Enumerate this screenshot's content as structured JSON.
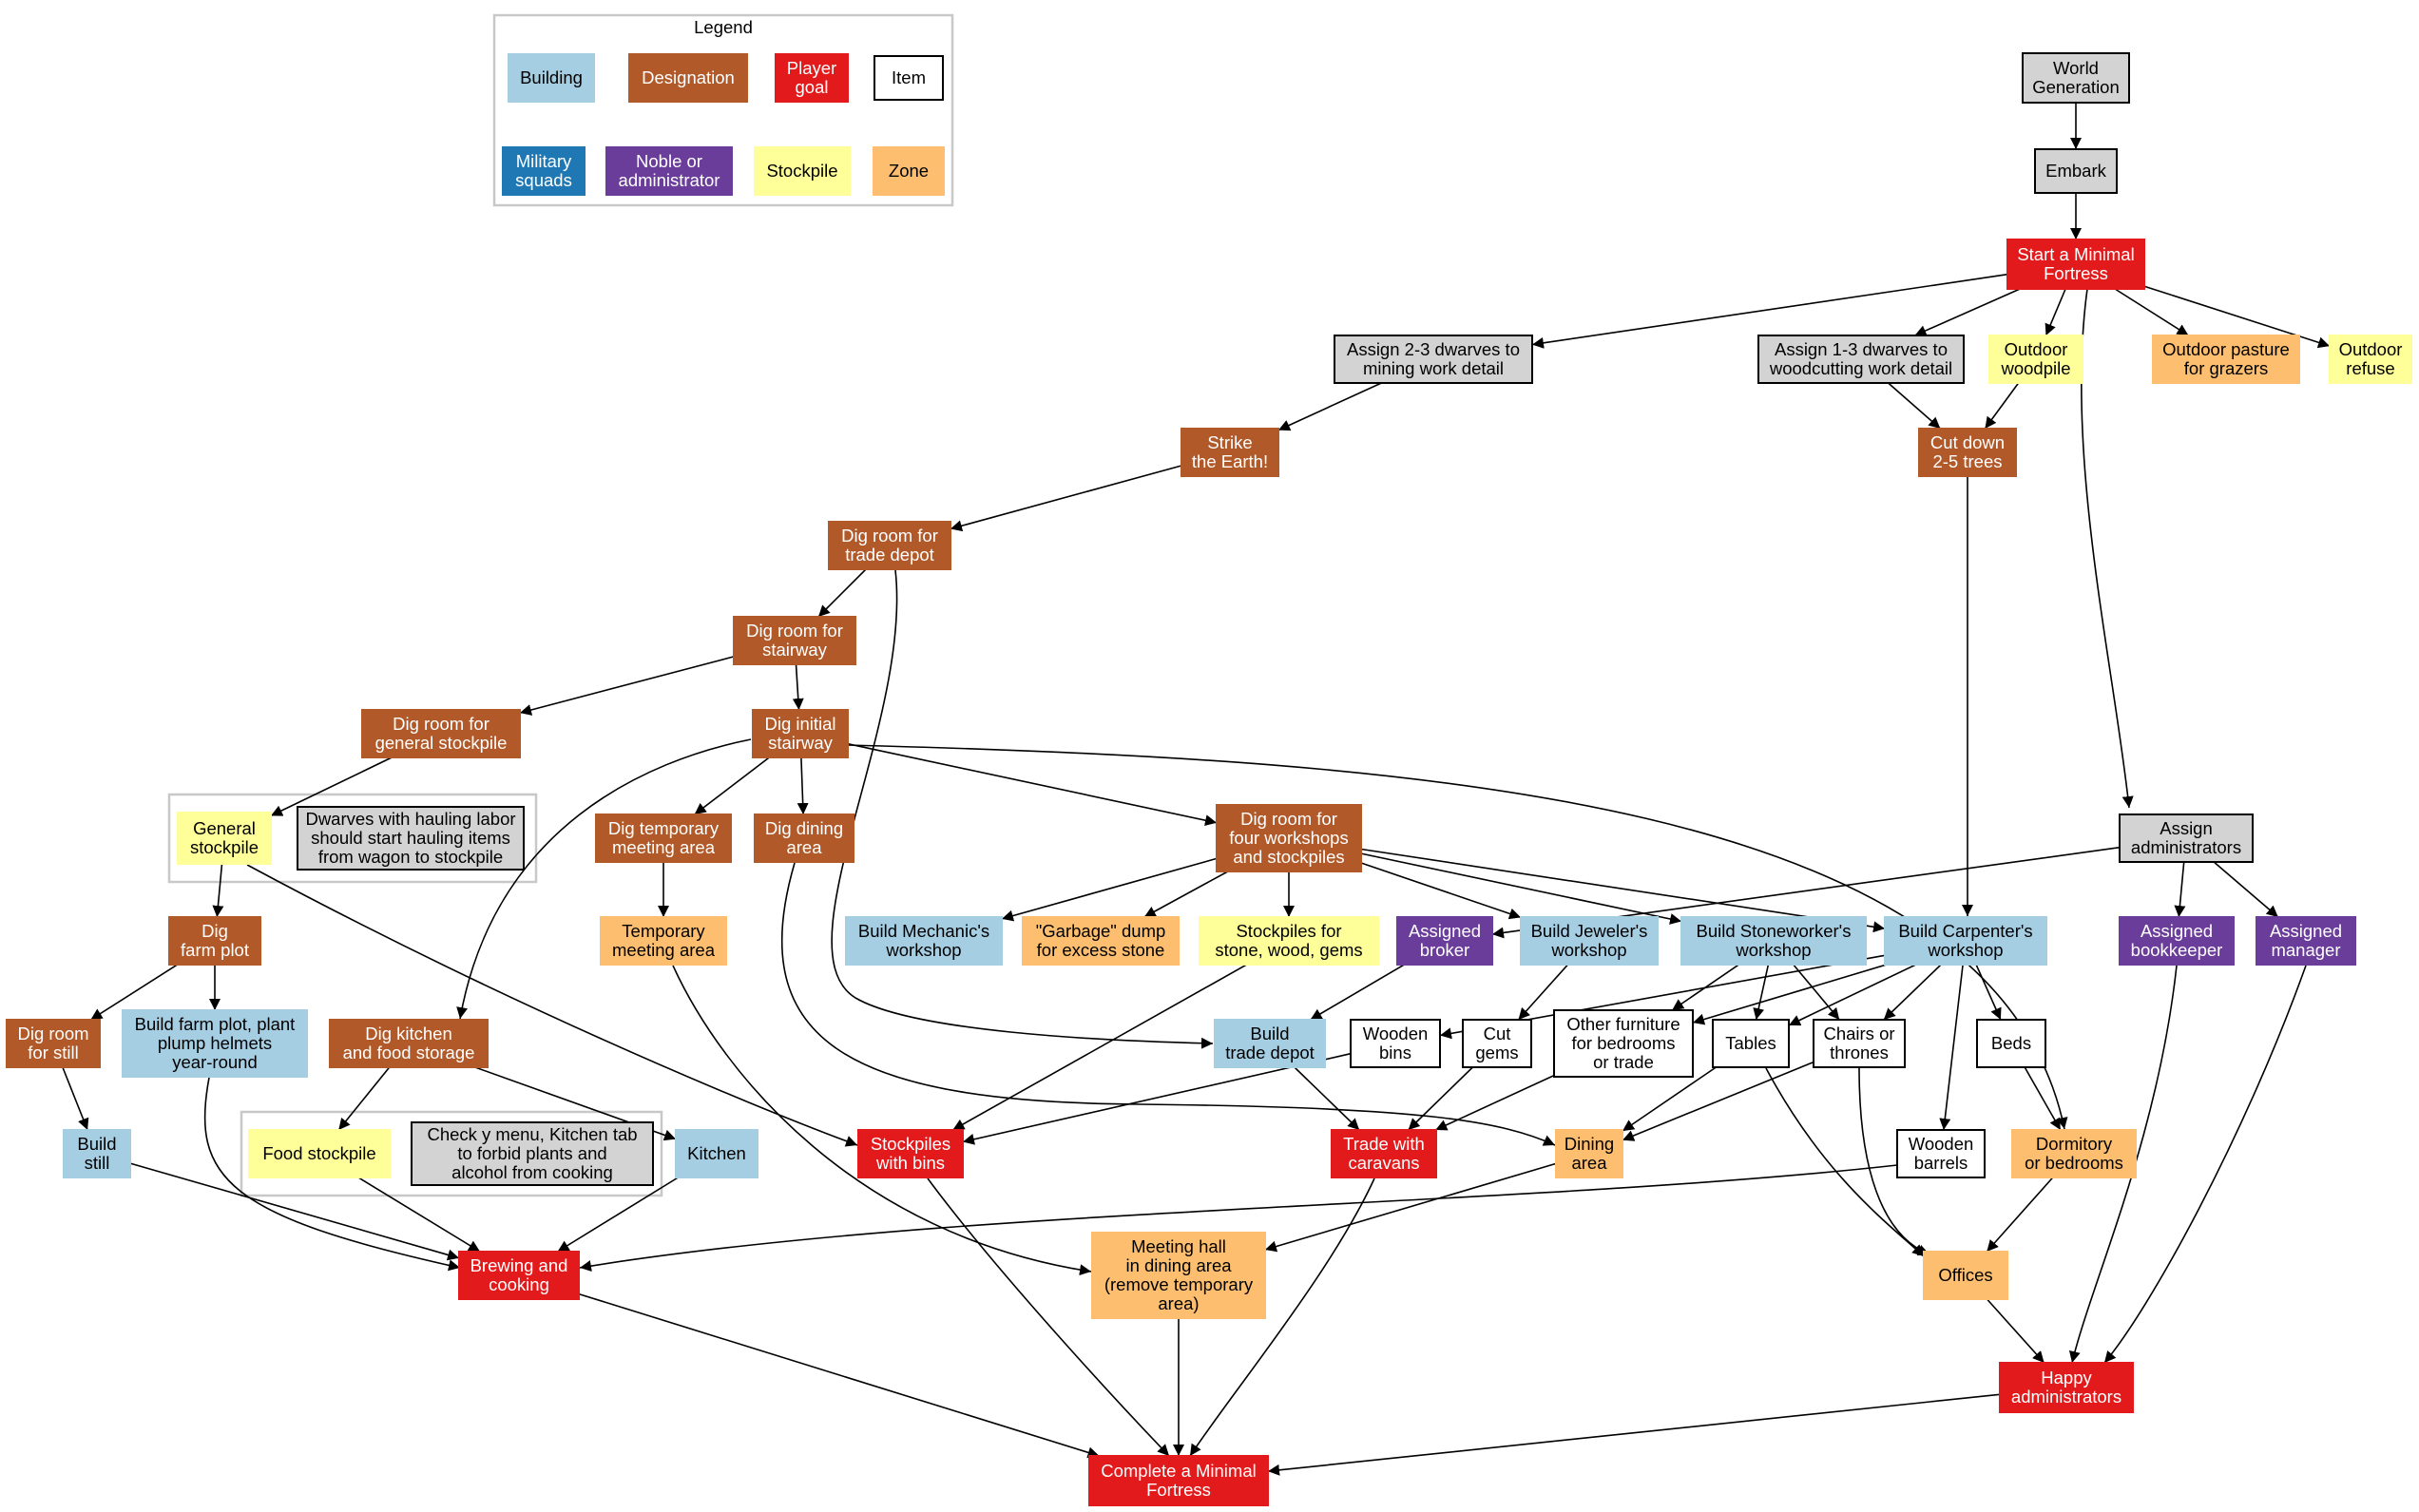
{
  "legend": {
    "title": "Legend",
    "entries": [
      {
        "key": "building",
        "label": "Building"
      },
      {
        "key": "designation",
        "label": "Designation"
      },
      {
        "key": "goal",
        "label": "Player goal"
      },
      {
        "key": "item",
        "label": "Item"
      },
      {
        "key": "military",
        "label": "Military squads"
      },
      {
        "key": "noble",
        "label": "Noble or administrator"
      },
      {
        "key": "stockpile",
        "label": "Stockpile"
      },
      {
        "key": "zone",
        "label": "Zone"
      }
    ]
  },
  "styles": {
    "building": {
      "fill": "#a6cee3",
      "stroke": "#a6cee3",
      "text": "#000000"
    },
    "designation": {
      "fill": "#b15928",
      "stroke": "#b15928",
      "text": "#ffffff"
    },
    "goal": {
      "fill": "#e31a1c",
      "stroke": "#e31a1c",
      "text": "#ffffff"
    },
    "item": {
      "fill": "#ffffff",
      "stroke": "#000000",
      "text": "#000000"
    },
    "military": {
      "fill": "#1f78b4",
      "stroke": "#1f78b4",
      "text": "#ffffff"
    },
    "noble": {
      "fill": "#6a3d9a",
      "stroke": "#6a3d9a",
      "text": "#ffffff"
    },
    "stockpile": {
      "fill": "#ffff99",
      "stroke": "#ffff99",
      "text": "#000000"
    },
    "zone": {
      "fill": "#fdbf6f",
      "stroke": "#fdbf6f",
      "text": "#000000"
    },
    "task": {
      "fill": "#d3d3d3",
      "stroke": "#000000",
      "text": "#000000"
    },
    "note": {
      "fill": "#d3d3d3",
      "stroke": "#000000",
      "text": "#000000"
    }
  },
  "nodes": [
    {
      "id": "world",
      "type": "task",
      "label": "World Generation"
    },
    {
      "id": "embark",
      "type": "task",
      "label": "Embark"
    },
    {
      "id": "start",
      "type": "goal",
      "label": "Start a Minimal Fortress"
    },
    {
      "id": "mining",
      "type": "task",
      "label": "Assign 2-3 dwarves to mining work detail"
    },
    {
      "id": "woodcut",
      "type": "task",
      "label": "Assign 1-3 dwarves to woodcutting work detail"
    },
    {
      "id": "woodpile",
      "type": "stockpile",
      "label": "Outdoor woodpile"
    },
    {
      "id": "pasture",
      "type": "zone",
      "label": "Outdoor pasture for grazers"
    },
    {
      "id": "refuse",
      "type": "stockpile",
      "label": "Outdoor refuse"
    },
    {
      "id": "strike",
      "type": "designation",
      "label": "Strike the Earth!"
    },
    {
      "id": "cutdown",
      "type": "designation",
      "label": "Cut down 2-5 trees"
    },
    {
      "id": "digdepot",
      "type": "designation",
      "label": "Dig room for trade depot"
    },
    {
      "id": "digstair",
      "type": "designation",
      "label": "Dig room for stairway"
    },
    {
      "id": "diggen",
      "type": "designation",
      "label": "Dig room for general stockpile"
    },
    {
      "id": "diginit",
      "type": "designation",
      "label": "Dig initial stairway"
    },
    {
      "id": "genstock",
      "type": "stockpile",
      "label": "General stockpile"
    },
    {
      "id": "haulnote",
      "type": "note",
      "label": "Dwarves with hauling labor should start hauling items from wagon to stockpile"
    },
    {
      "id": "digtemp",
      "type": "designation",
      "label": "Dig temporary meeting area"
    },
    {
      "id": "digdining",
      "type": "designation",
      "label": "Dig dining area"
    },
    {
      "id": "digfour",
      "type": "designation",
      "label": "Dig room for four workshops and stockpiles"
    },
    {
      "id": "assignadmin",
      "type": "task",
      "label": "Assign administrators"
    },
    {
      "id": "digfarm",
      "type": "designation",
      "label": "Dig farm plot"
    },
    {
      "id": "tempmeet",
      "type": "zone",
      "label": "Temporary meeting area"
    },
    {
      "id": "mechanic",
      "type": "building",
      "label": "Build Mechanic's workshop"
    },
    {
      "id": "garbage",
      "type": "zone",
      "label": "\"Garbage\" dump for excess stone"
    },
    {
      "id": "stockstone",
      "type": "stockpile",
      "label": "Stockpiles for stone, wood, gems"
    },
    {
      "id": "broker",
      "type": "noble",
      "label": "Assigned broker"
    },
    {
      "id": "jeweler",
      "type": "building",
      "label": "Build Jeweler's workshop"
    },
    {
      "id": "stoneworker",
      "type": "building",
      "label": "Build Stoneworker's workshop"
    },
    {
      "id": "carpenter",
      "type": "building",
      "label": "Build Carpenter's workshop"
    },
    {
      "id": "bookkeeper",
      "type": "noble",
      "label": "Assigned bookkeeper"
    },
    {
      "id": "manager",
      "type": "noble",
      "label": "Assigned manager"
    },
    {
      "id": "digstill",
      "type": "designation",
      "label": "Dig room for still"
    },
    {
      "id": "buildfarm",
      "type": "building",
      "label": "Build farm plot, plant plump helmets year-round"
    },
    {
      "id": "digkitchen",
      "type": "designation",
      "label": "Dig kitchen and food storage"
    },
    {
      "id": "tradedepot",
      "type": "building",
      "label": "Build trade depot"
    },
    {
      "id": "woodbins",
      "type": "item",
      "label": "Wooden bins"
    },
    {
      "id": "cutgems",
      "type": "item",
      "label": "Cut gems"
    },
    {
      "id": "otherfurn",
      "type": "item",
      "label": "Other furniture for bedrooms or trade"
    },
    {
      "id": "tables",
      "type": "item",
      "label": "Tables"
    },
    {
      "id": "chairs",
      "type": "item",
      "label": "Chairs or thrones"
    },
    {
      "id": "beds",
      "type": "item",
      "label": "Beds"
    },
    {
      "id": "buildstill",
      "type": "building",
      "label": "Build still"
    },
    {
      "id": "foodstock",
      "type": "stockpile",
      "label": "Food stockpile"
    },
    {
      "id": "kitchennote",
      "type": "note",
      "label": "Check y menu, Kitchen tab to forbid plants and alcohol from cooking"
    },
    {
      "id": "kitchen",
      "type": "building",
      "label": "Kitchen"
    },
    {
      "id": "stockbins",
      "type": "goal",
      "label": "Stockpiles with bins"
    },
    {
      "id": "tradecar",
      "type": "goal",
      "label": "Trade with caravans"
    },
    {
      "id": "dining",
      "type": "zone",
      "label": "Dining area"
    },
    {
      "id": "barrels",
      "type": "item",
      "label": "Wooden barrels"
    },
    {
      "id": "dormitory",
      "type": "zone",
      "label": "Dormitory or bedrooms"
    },
    {
      "id": "brewing",
      "type": "goal",
      "label": "Brewing and cooking"
    },
    {
      "id": "meethall",
      "type": "zone",
      "label": "Meeting hall in dining area (remove temporary area)"
    },
    {
      "id": "offices",
      "type": "zone",
      "label": "Offices"
    },
    {
      "id": "happy",
      "type": "goal",
      "label": "Happy administrators"
    },
    {
      "id": "complete",
      "type": "goal",
      "label": "Complete a Minimal Fortress"
    }
  ],
  "edges": [
    {
      "from": "world",
      "to": "embark"
    },
    {
      "from": "embark",
      "to": "start"
    },
    {
      "from": "start",
      "to": "mining"
    },
    {
      "from": "start",
      "to": "woodcut"
    },
    {
      "from": "start",
      "to": "woodpile"
    },
    {
      "from": "start",
      "to": "pasture"
    },
    {
      "from": "start",
      "to": "refuse"
    },
    {
      "from": "start",
      "to": "assignadmin"
    },
    {
      "from": "mining",
      "to": "strike"
    },
    {
      "from": "woodcut",
      "to": "cutdown"
    },
    {
      "from": "woodpile",
      "to": "cutdown"
    },
    {
      "from": "strike",
      "to": "digdepot"
    },
    {
      "from": "digdepot",
      "to": "digstair"
    },
    {
      "from": "digdepot",
      "to": "tradedepot"
    },
    {
      "from": "digstair",
      "to": "diggen"
    },
    {
      "from": "digstair",
      "to": "diginit"
    },
    {
      "from": "diggen",
      "to": "genstock"
    },
    {
      "from": "genstock",
      "to": "digfarm"
    },
    {
      "from": "genstock",
      "to": "stockbins"
    },
    {
      "from": "diginit",
      "to": "digtemp"
    },
    {
      "from": "diginit",
      "to": "digdining"
    },
    {
      "from": "diginit",
      "to": "digfour"
    },
    {
      "from": "diginit",
      "to": "digkitchen"
    },
    {
      "from": "diginit",
      "to": "dormitory"
    },
    {
      "from": "digtemp",
      "to": "tempmeet"
    },
    {
      "from": "tempmeet",
      "to": "meethall"
    },
    {
      "from": "digdining",
      "to": "dining"
    },
    {
      "from": "digfour",
      "to": "mechanic"
    },
    {
      "from": "digfour",
      "to": "garbage"
    },
    {
      "from": "digfour",
      "to": "stockstone"
    },
    {
      "from": "digfour",
      "to": "jeweler"
    },
    {
      "from": "digfour",
      "to": "stoneworker"
    },
    {
      "from": "digfour",
      "to": "carpenter"
    },
    {
      "from": "cutdown",
      "to": "carpenter"
    },
    {
      "from": "assignadmin",
      "to": "broker"
    },
    {
      "from": "assignadmin",
      "to": "bookkeeper"
    },
    {
      "from": "assignadmin",
      "to": "manager"
    },
    {
      "from": "digfarm",
      "to": "digstill"
    },
    {
      "from": "digfarm",
      "to": "buildfarm"
    },
    {
      "from": "digstill",
      "to": "buildstill"
    },
    {
      "from": "buildstill",
      "to": "brewing"
    },
    {
      "from": "buildfarm",
      "to": "brewing"
    },
    {
      "from": "digkitchen",
      "to": "foodstock"
    },
    {
      "from": "digkitchen",
      "to": "kitchen"
    },
    {
      "from": "foodstock",
      "to": "brewing"
    },
    {
      "from": "kitchen",
      "to": "brewing"
    },
    {
      "from": "broker",
      "to": "tradedepot"
    },
    {
      "from": "jeweler",
      "to": "cutgems"
    },
    {
      "from": "stoneworker",
      "to": "otherfurn"
    },
    {
      "from": "stoneworker",
      "to": "tables"
    },
    {
      "from": "stoneworker",
      "to": "chairs"
    },
    {
      "from": "carpenter",
      "to": "woodbins"
    },
    {
      "from": "carpenter",
      "to": "otherfurn"
    },
    {
      "from": "carpenter",
      "to": "tables"
    },
    {
      "from": "carpenter",
      "to": "chairs"
    },
    {
      "from": "carpenter",
      "to": "beds"
    },
    {
      "from": "carpenter",
      "to": "barrels"
    },
    {
      "from": "stockstone",
      "to": "stockbins"
    },
    {
      "from": "woodbins",
      "to": "stockbins"
    },
    {
      "from": "tradedepot",
      "to": "tradecar"
    },
    {
      "from": "cutgems",
      "to": "tradecar"
    },
    {
      "from": "otherfurn",
      "to": "tradecar"
    },
    {
      "from": "tables",
      "to": "dining"
    },
    {
      "from": "chairs",
      "to": "dining"
    },
    {
      "from": "tables",
      "to": "offices"
    },
    {
      "from": "chairs",
      "to": "offices"
    },
    {
      "from": "beds",
      "to": "dormitory"
    },
    {
      "from": "barrels",
      "to": "brewing"
    },
    {
      "from": "dining",
      "to": "meethall"
    },
    {
      "from": "dormitory",
      "to": "offices"
    },
    {
      "from": "offices",
      "to": "happy"
    },
    {
      "from": "bookkeeper",
      "to": "happy"
    },
    {
      "from": "manager",
      "to": "happy"
    },
    {
      "from": "brewing",
      "to": "complete"
    },
    {
      "from": "stockbins",
      "to": "complete"
    },
    {
      "from": "meethall",
      "to": "complete"
    },
    {
      "from": "tradecar",
      "to": "complete"
    },
    {
      "from": "happy",
      "to": "complete"
    }
  ]
}
